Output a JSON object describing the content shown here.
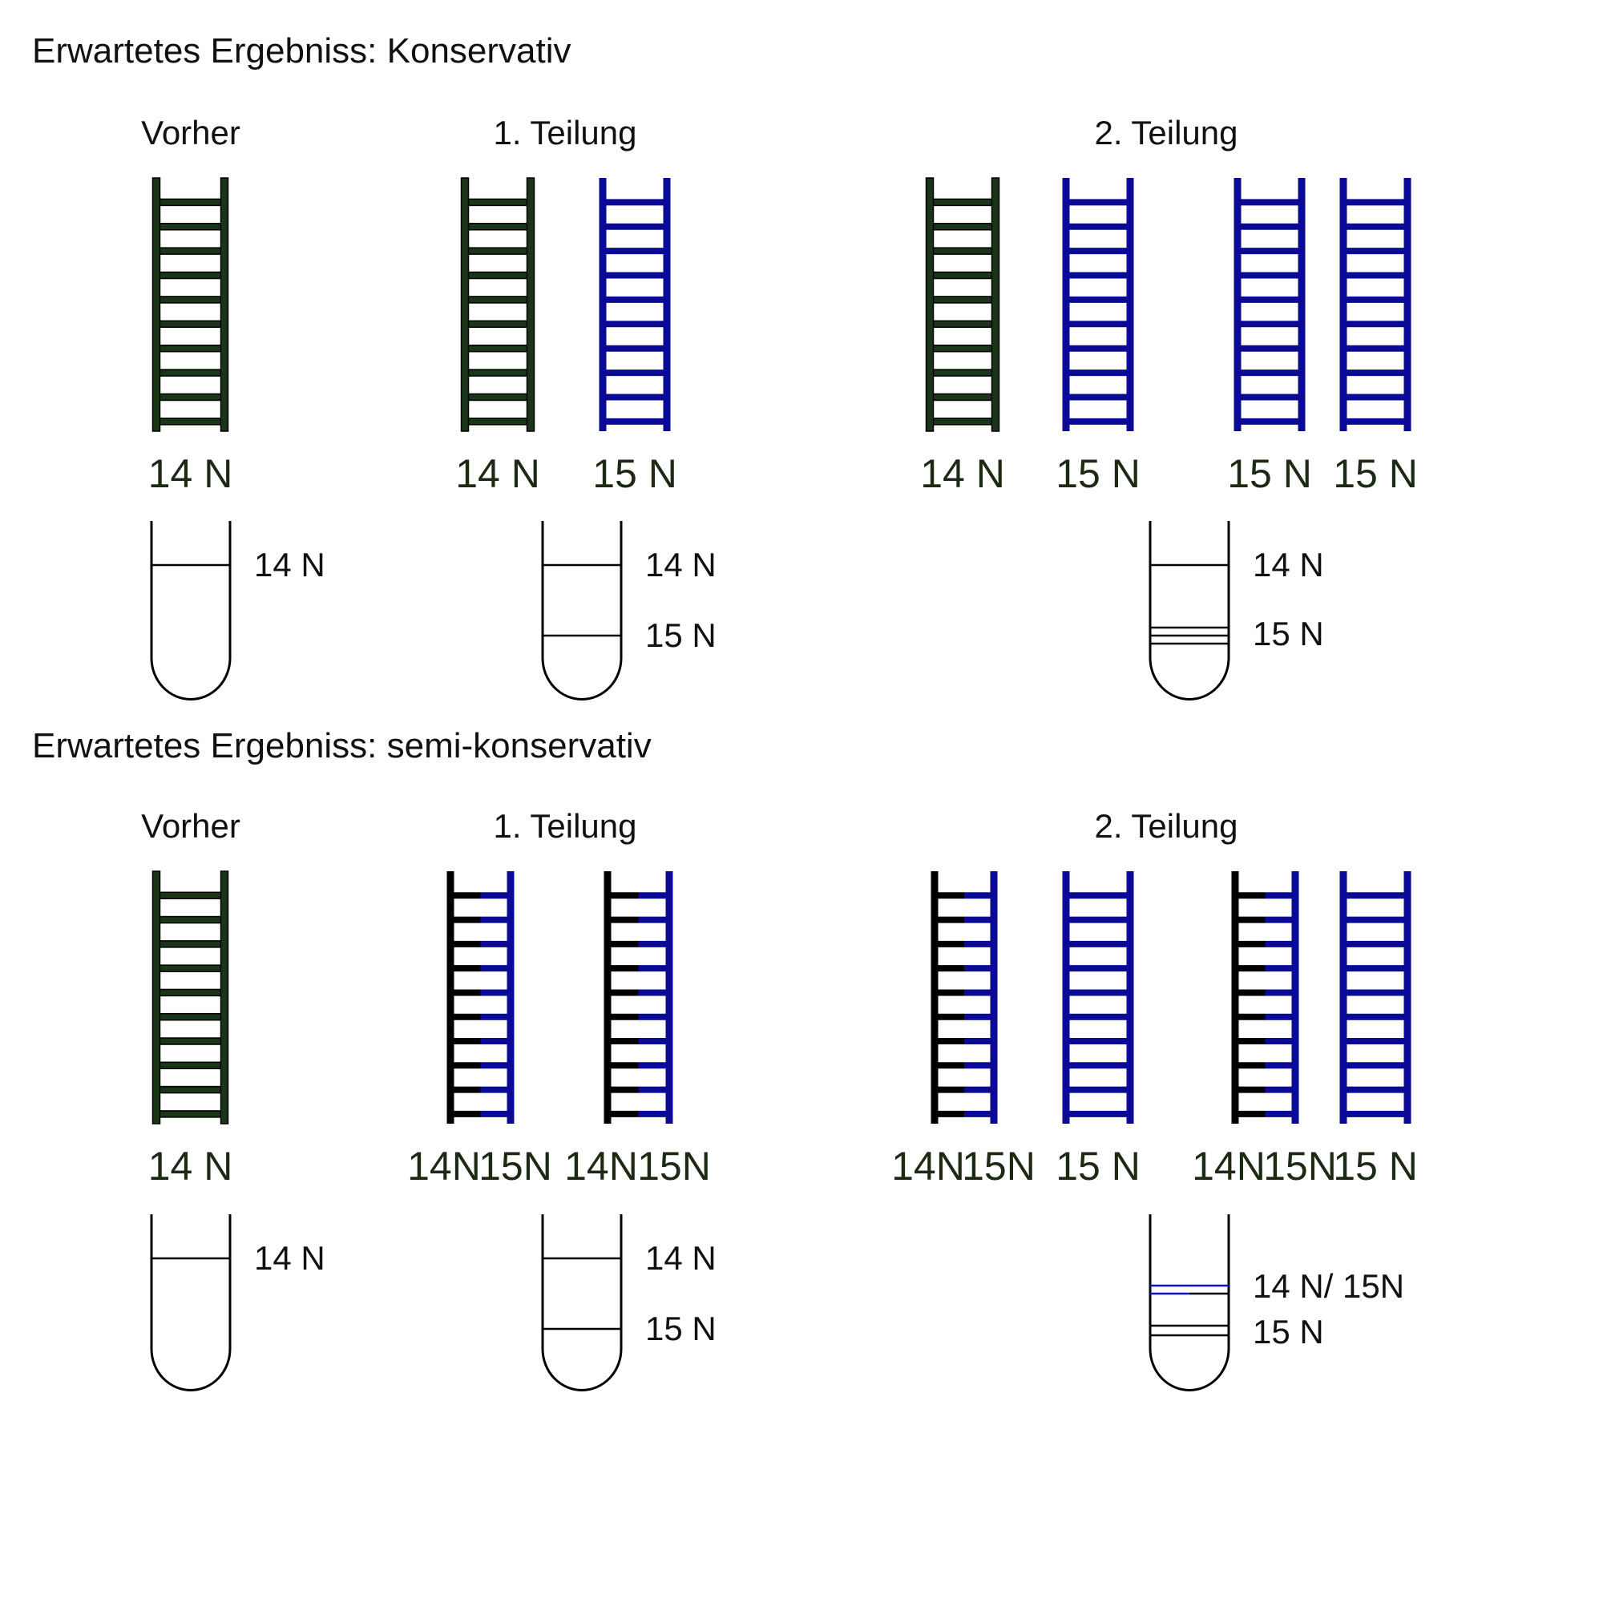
{
  "colors": {
    "n14": "#1a3518",
    "n15": "#0a0a96",
    "hybrid_left": "#000000",
    "hybrid_right": "#0a0a96",
    "tube": "#000000",
    "band": "#000000",
    "hybrid_band": "#1010d0"
  },
  "sections": [
    {
      "id": "konservativ",
      "title": "Erwartetes Ergebniss: Konservativ",
      "stages": [
        {
          "id": "vorher",
          "heading": "Vorher",
          "molecules": [
            {
              "type": "n14",
              "label": "14 N"
            }
          ],
          "tube_bands": [
            {
              "kind": "single",
              "label": "14 N"
            }
          ]
        },
        {
          "id": "teilung1",
          "heading": "1. Teilung",
          "molecules": [
            {
              "type": "n14",
              "label": "14 N"
            },
            {
              "type": "n15",
              "label": "15 N"
            }
          ],
          "tube_bands": [
            {
              "kind": "single",
              "label": "14 N"
            },
            {
              "kind": "single",
              "label": "15 N"
            }
          ]
        },
        {
          "id": "teilung2",
          "heading": "2. Teilung",
          "molecules": [
            {
              "type": "n14",
              "label": "14 N"
            },
            {
              "type": "n15",
              "label": "15 N"
            },
            {
              "type": "n15",
              "label": "15 N"
            },
            {
              "type": "n15",
              "label": "15 N"
            }
          ],
          "tube_bands": [
            {
              "kind": "single",
              "label": "14 N"
            },
            {
              "kind": "thick",
              "label": "15 N"
            }
          ]
        }
      ]
    },
    {
      "id": "semi",
      "title": "Erwartetes Ergebniss: semi-konservativ",
      "stages": [
        {
          "id": "vorher",
          "heading": "Vorher",
          "molecules": [
            {
              "type": "n14",
              "label": "14 N"
            }
          ],
          "tube_bands": [
            {
              "kind": "single",
              "label": "14 N"
            }
          ]
        },
        {
          "id": "teilung1",
          "heading": "1. Teilung",
          "molecules": [
            {
              "type": "hybrid",
              "label_left": "14N",
              "label_right": "15N"
            },
            {
              "type": "hybrid",
              "label_left": "14N",
              "label_right": "15N"
            }
          ],
          "tube_bands": [
            {
              "kind": "single",
              "label": "14 N"
            },
            {
              "kind": "single",
              "label": "15 N"
            }
          ]
        },
        {
          "id": "teilung2",
          "heading": "2. Teilung",
          "molecules": [
            {
              "type": "hybrid",
              "label_left": "14N",
              "label_right": "15N"
            },
            {
              "type": "n15",
              "label": "15 N"
            },
            {
              "type": "hybrid",
              "label_left": "14N",
              "label_right": "15N"
            },
            {
              "type": "n15",
              "label": "15 N"
            }
          ],
          "tube_bands": [
            {
              "kind": "hybrid",
              "label": "14 N/ 15N"
            },
            {
              "kind": "double",
              "label": "15 N"
            }
          ]
        }
      ]
    }
  ]
}
